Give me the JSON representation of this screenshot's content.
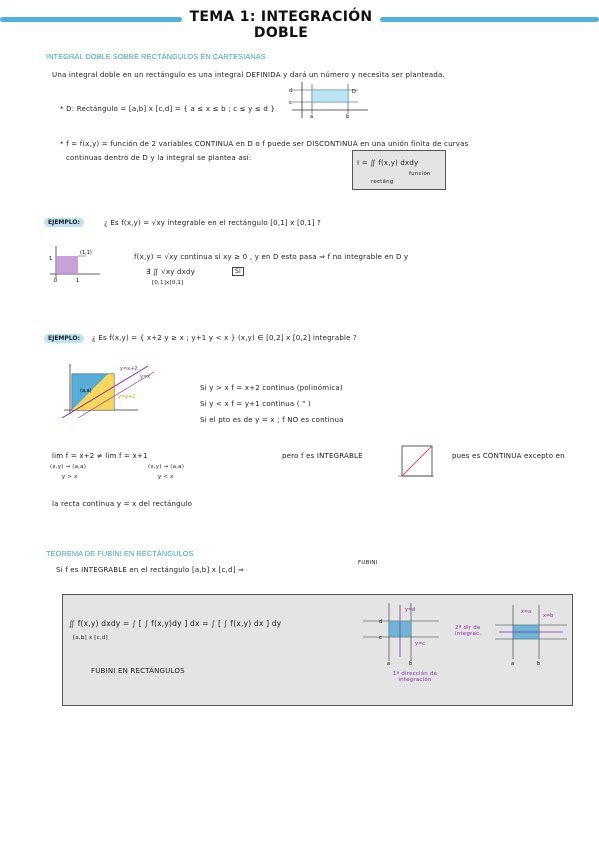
{
  "title": "TEMA 1: INTEGRACIÓN DOBLE",
  "section1": {
    "heading": "INTEGRAL DOBLE SOBRE RECTÁNGULOS EN CARTESIANAS",
    "line1": "Una integral doble en un rectángulo es una integral DEFINIDA y dará un número y necesita ser planteada.",
    "d_label": "* D: Rectángulo = [a,b] x [c,d] = { a ≤ x ≤ b ; c ≤ y ≤ d }",
    "f_line1": "* f = f(x,y) = función de 2 variables CONTINUA en D o f puede ser DISCONTINUA en una unión finita de curvas",
    "f_line2": "continuas dentro de D y la integral se plantea así:",
    "integral_box": "I = ∬ f(x,y) dxdy",
    "integral_sub": "rectáng",
    "integral_note": "función"
  },
  "example1": {
    "badge": "EJEMPLO:",
    "question": "¿ Es f(x,y) = √xy integrable en el rectángulo [0,1] x [0,1] ?",
    "line1": "f(x,y) = √xy continua si xy ≥ 0 , y en D esto pasa ⇒ f no integrable en D y",
    "line2": "∃ ∬ √xy dxdy",
    "line2_box": "SI",
    "line2_sub": "[0,1]x[0,1]",
    "graph_label": "(1,1)"
  },
  "example2": {
    "badge": "EJEMPLO:",
    "question": "¿ Es f(x,y) = { x+2 y ≥ x ; y+1 y < x } (x,y) ∈ [0,2] x [0,2] integrable ?",
    "case1": "Si y > x f = x+2 continua (polinómica)",
    "case2": "Si y < x f = y+1 continua ( \" )",
    "case3": "Si el pto es de y = x ; f NO es continua",
    "limit1": "lim f = x+2 ≠ lim f = x+1",
    "limit1_sub_a": "(x,y) → (a,a)",
    "limit1_sub_b": "y > x",
    "limit1_sub_c": "(x,y) → (a,a)",
    "limit1_sub_d": "y < x",
    "limit_result": "pero f es INTEGRABLE",
    "continua_text": "pues es CONTINUA excepto en",
    "final_line": "la recta continua y = x del rectángulo",
    "graph_labels": [
      "y=x+2",
      "y=x",
      "y=y+1",
      "(a,a)"
    ]
  },
  "fubini": {
    "heading": "TEOREMA DE FUBINI EN RECTÁNGULOS",
    "intro": "Si f es INTEGRABLE en el rectángulo [a,b] x [c,d] ⇒",
    "arrow_label": "FUBINI",
    "formula": "∬ f(x,y) dxdy = ∫ [ ∫ f(x,y)dy ] dx = ∫ [ ∫ f(x,y) dx ] dy",
    "domain_sub": "[a,b] x [c,d]",
    "fubini_label": "FUBINI EN RECTÁNGULOS",
    "first_dir": "1ª dirección de integración",
    "second_dir": "2ª dir de integrac.",
    "graph_labels": [
      "y=d",
      "y=c",
      "x=a",
      "x=b"
    ]
  },
  "colors": {
    "accent_blue": "#4fb3d9",
    "purple": "#8b2fa3",
    "yellow": "#f3d34a",
    "hatch_blue": "#3a9fd0"
  }
}
